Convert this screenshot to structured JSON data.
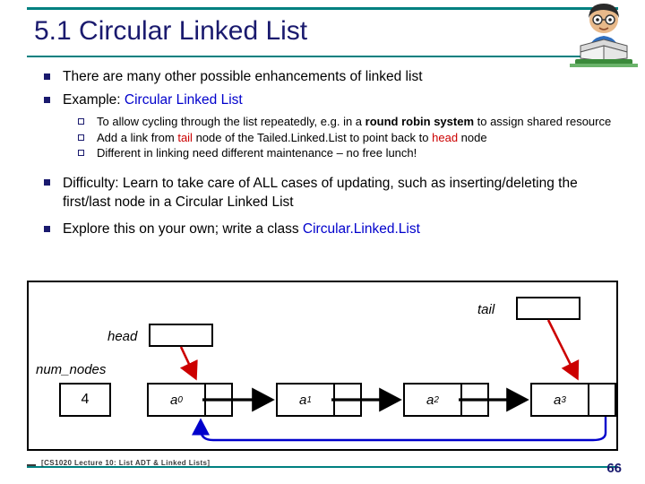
{
  "slide": {
    "title": "5.1 Circular Linked List",
    "page_number": "66",
    "footer": "[CS1020 Lecture 10: List ADT & Linked Lists]",
    "accent_color": "#008080",
    "title_color": "#1a1a6e",
    "bullets": [
      {
        "text": "There are many other possible enhancements of linked list"
      },
      {
        "prefix": "Example: ",
        "highlight": "Circular Linked List",
        "highlight_color": "#0000cc",
        "sub": [
          {
            "parts": [
              {
                "t": "To allow cycling through the list repeatedly, e.g. in a ",
                "style": "plain"
              },
              {
                "t": "round robin system",
                "style": "bold"
              },
              {
                "t": " to assign shared resource",
                "style": "plain"
              }
            ]
          },
          {
            "parts": [
              {
                "t": "Add a link from ",
                "style": "plain"
              },
              {
                "t": "tail",
                "style": "red"
              },
              {
                "t": " node of the Tailed.Linked.List to point back to ",
                "style": "plain"
              },
              {
                "t": "head",
                "style": "red"
              },
              {
                "t": " node",
                "style": "plain"
              }
            ]
          },
          {
            "parts": [
              {
                "t": "Different in linking need different maintenance – no free lunch!",
                "style": "plain"
              }
            ]
          }
        ]
      },
      {
        "text": "Difficulty: Learn to take care of ALL cases of updating, such as inserting/deleting the first/last node in a Circular Linked List"
      },
      {
        "prefix": "Explore this on your own; write a class ",
        "highlight": "Circular.Linked.List",
        "highlight_color": "#0000cc"
      }
    ],
    "diagram": {
      "labels": {
        "head": "head",
        "tail": "tail",
        "num_nodes": "num_nodes"
      },
      "num_nodes_value": "4",
      "nodes": [
        {
          "label": "a",
          "sub": "0"
        },
        {
          "label": "a",
          "sub": "1"
        },
        {
          "label": "a",
          "sub": "2"
        },
        {
          "label": "a",
          "sub": "3"
        }
      ],
      "arrow_color_pointer": "#cc0000",
      "arrow_color_next": "#000000",
      "arrow_color_circular": "#0000cc"
    }
  }
}
